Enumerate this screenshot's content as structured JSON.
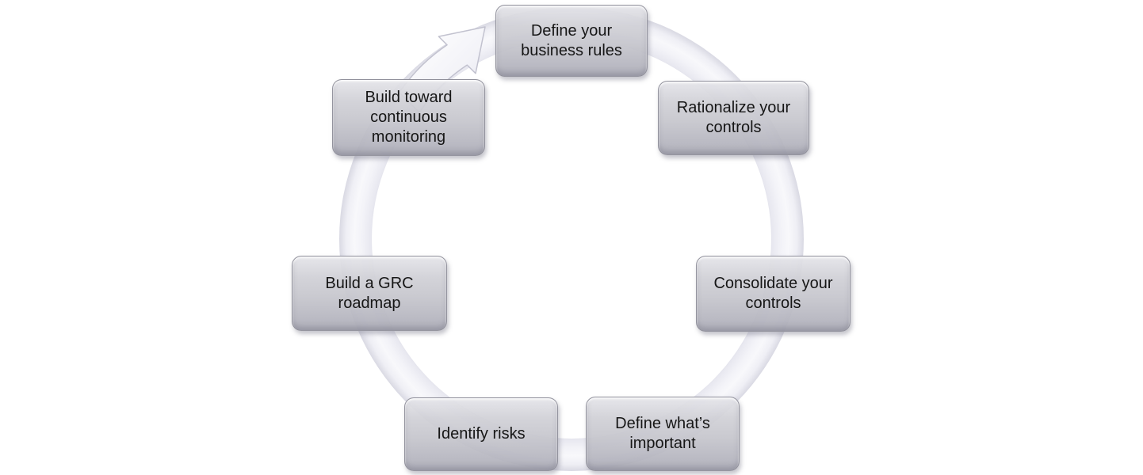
{
  "diagram": {
    "type": "cycle",
    "direction": "clockwise",
    "step_count": 7,
    "steps": [
      {
        "label": "Define your business rules",
        "position": "top"
      },
      {
        "label": "Rationalize your controls",
        "position": "top-right"
      },
      {
        "label": "Consolidate your controls",
        "position": "right"
      },
      {
        "label": "Define what’s important",
        "position": "bottom-right"
      },
      {
        "label": "Identify risks",
        "position": "bottom-left"
      },
      {
        "label": "Build a GRC roadmap",
        "position": "left"
      },
      {
        "label": "Build toward continuous monitoring",
        "position": "top-left"
      }
    ],
    "colors": {
      "background": "#ffffff",
      "box_fill_top": "#e4e4e9",
      "box_fill_bottom": "#a6a6b1",
      "box_border": "#8d8d98",
      "box_text": "#161616",
      "ring_fill": "#f2f2f7",
      "ring_edge": "#dcdce6",
      "arrow_fill": "#fdfdff",
      "arrow_edge": "#c2c2cf"
    }
  }
}
